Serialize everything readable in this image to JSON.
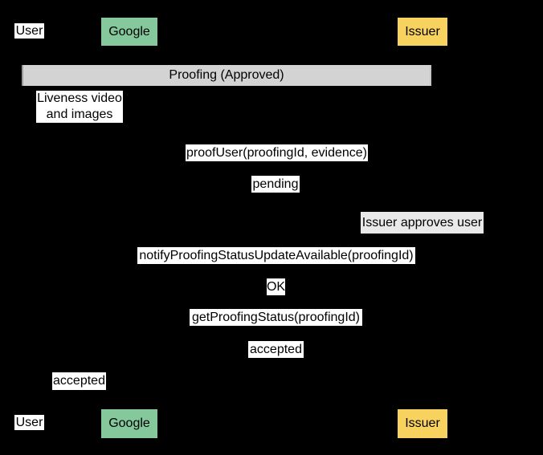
{
  "colors": {
    "background": "#000000",
    "google_participant": "#85C89C",
    "issuer_participant": "#F8D25E",
    "fragment_band": "#D3D3D3",
    "note_box": "#E9E9E9",
    "message_label_box": "#FFFFFF",
    "text": "#000000"
  },
  "participants": {
    "user": {
      "label": "User"
    },
    "google": {
      "label": "Google"
    },
    "issuer": {
      "label": "Issuer"
    }
  },
  "fragment": {
    "label": "Proofing (Approved)"
  },
  "notes": {
    "liveness": {
      "text": "Liveness video\nand images"
    },
    "issuer_approval": {
      "text": "Issuer approves user"
    }
  },
  "messages": {
    "proof_user": "proofUser(proofingId, evidence)",
    "pending": "pending",
    "notify": "notifyProofingStatusUpdateAvailable(proofingId)",
    "ok": "OK",
    "get_status": "getProofingStatus(proofingId)",
    "accepted_issuer": "accepted",
    "accepted_user": "accepted"
  }
}
